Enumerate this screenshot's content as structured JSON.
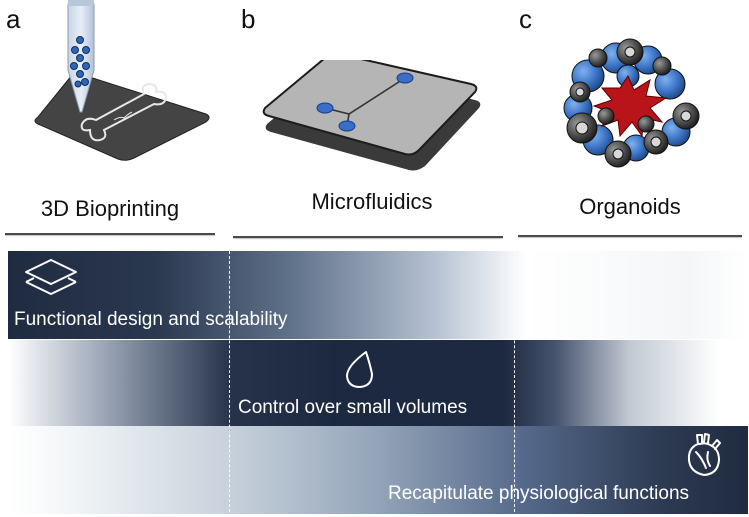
{
  "panels": [
    {
      "letter": "a",
      "title": "3D Bioprinting"
    },
    {
      "letter": "b",
      "title": "Microfluidics"
    },
    {
      "letter": "c",
      "title": "Organoids"
    }
  ],
  "bands": [
    {
      "label": "Functional design and scalability",
      "icon": "layers-icon"
    },
    {
      "label": "Control over small volumes",
      "icon": "droplet-icon"
    },
    {
      "label": "Recapitulate physiological functions",
      "icon": "heart-organ-icon"
    }
  ],
  "colors": {
    "band_dark": "#1f2b40",
    "organoid_blue": "#3a73c4",
    "organoid_red": "#b8141a",
    "chip_gray": "#b5b5b5",
    "droplet_blue": "#3a6fc8"
  }
}
